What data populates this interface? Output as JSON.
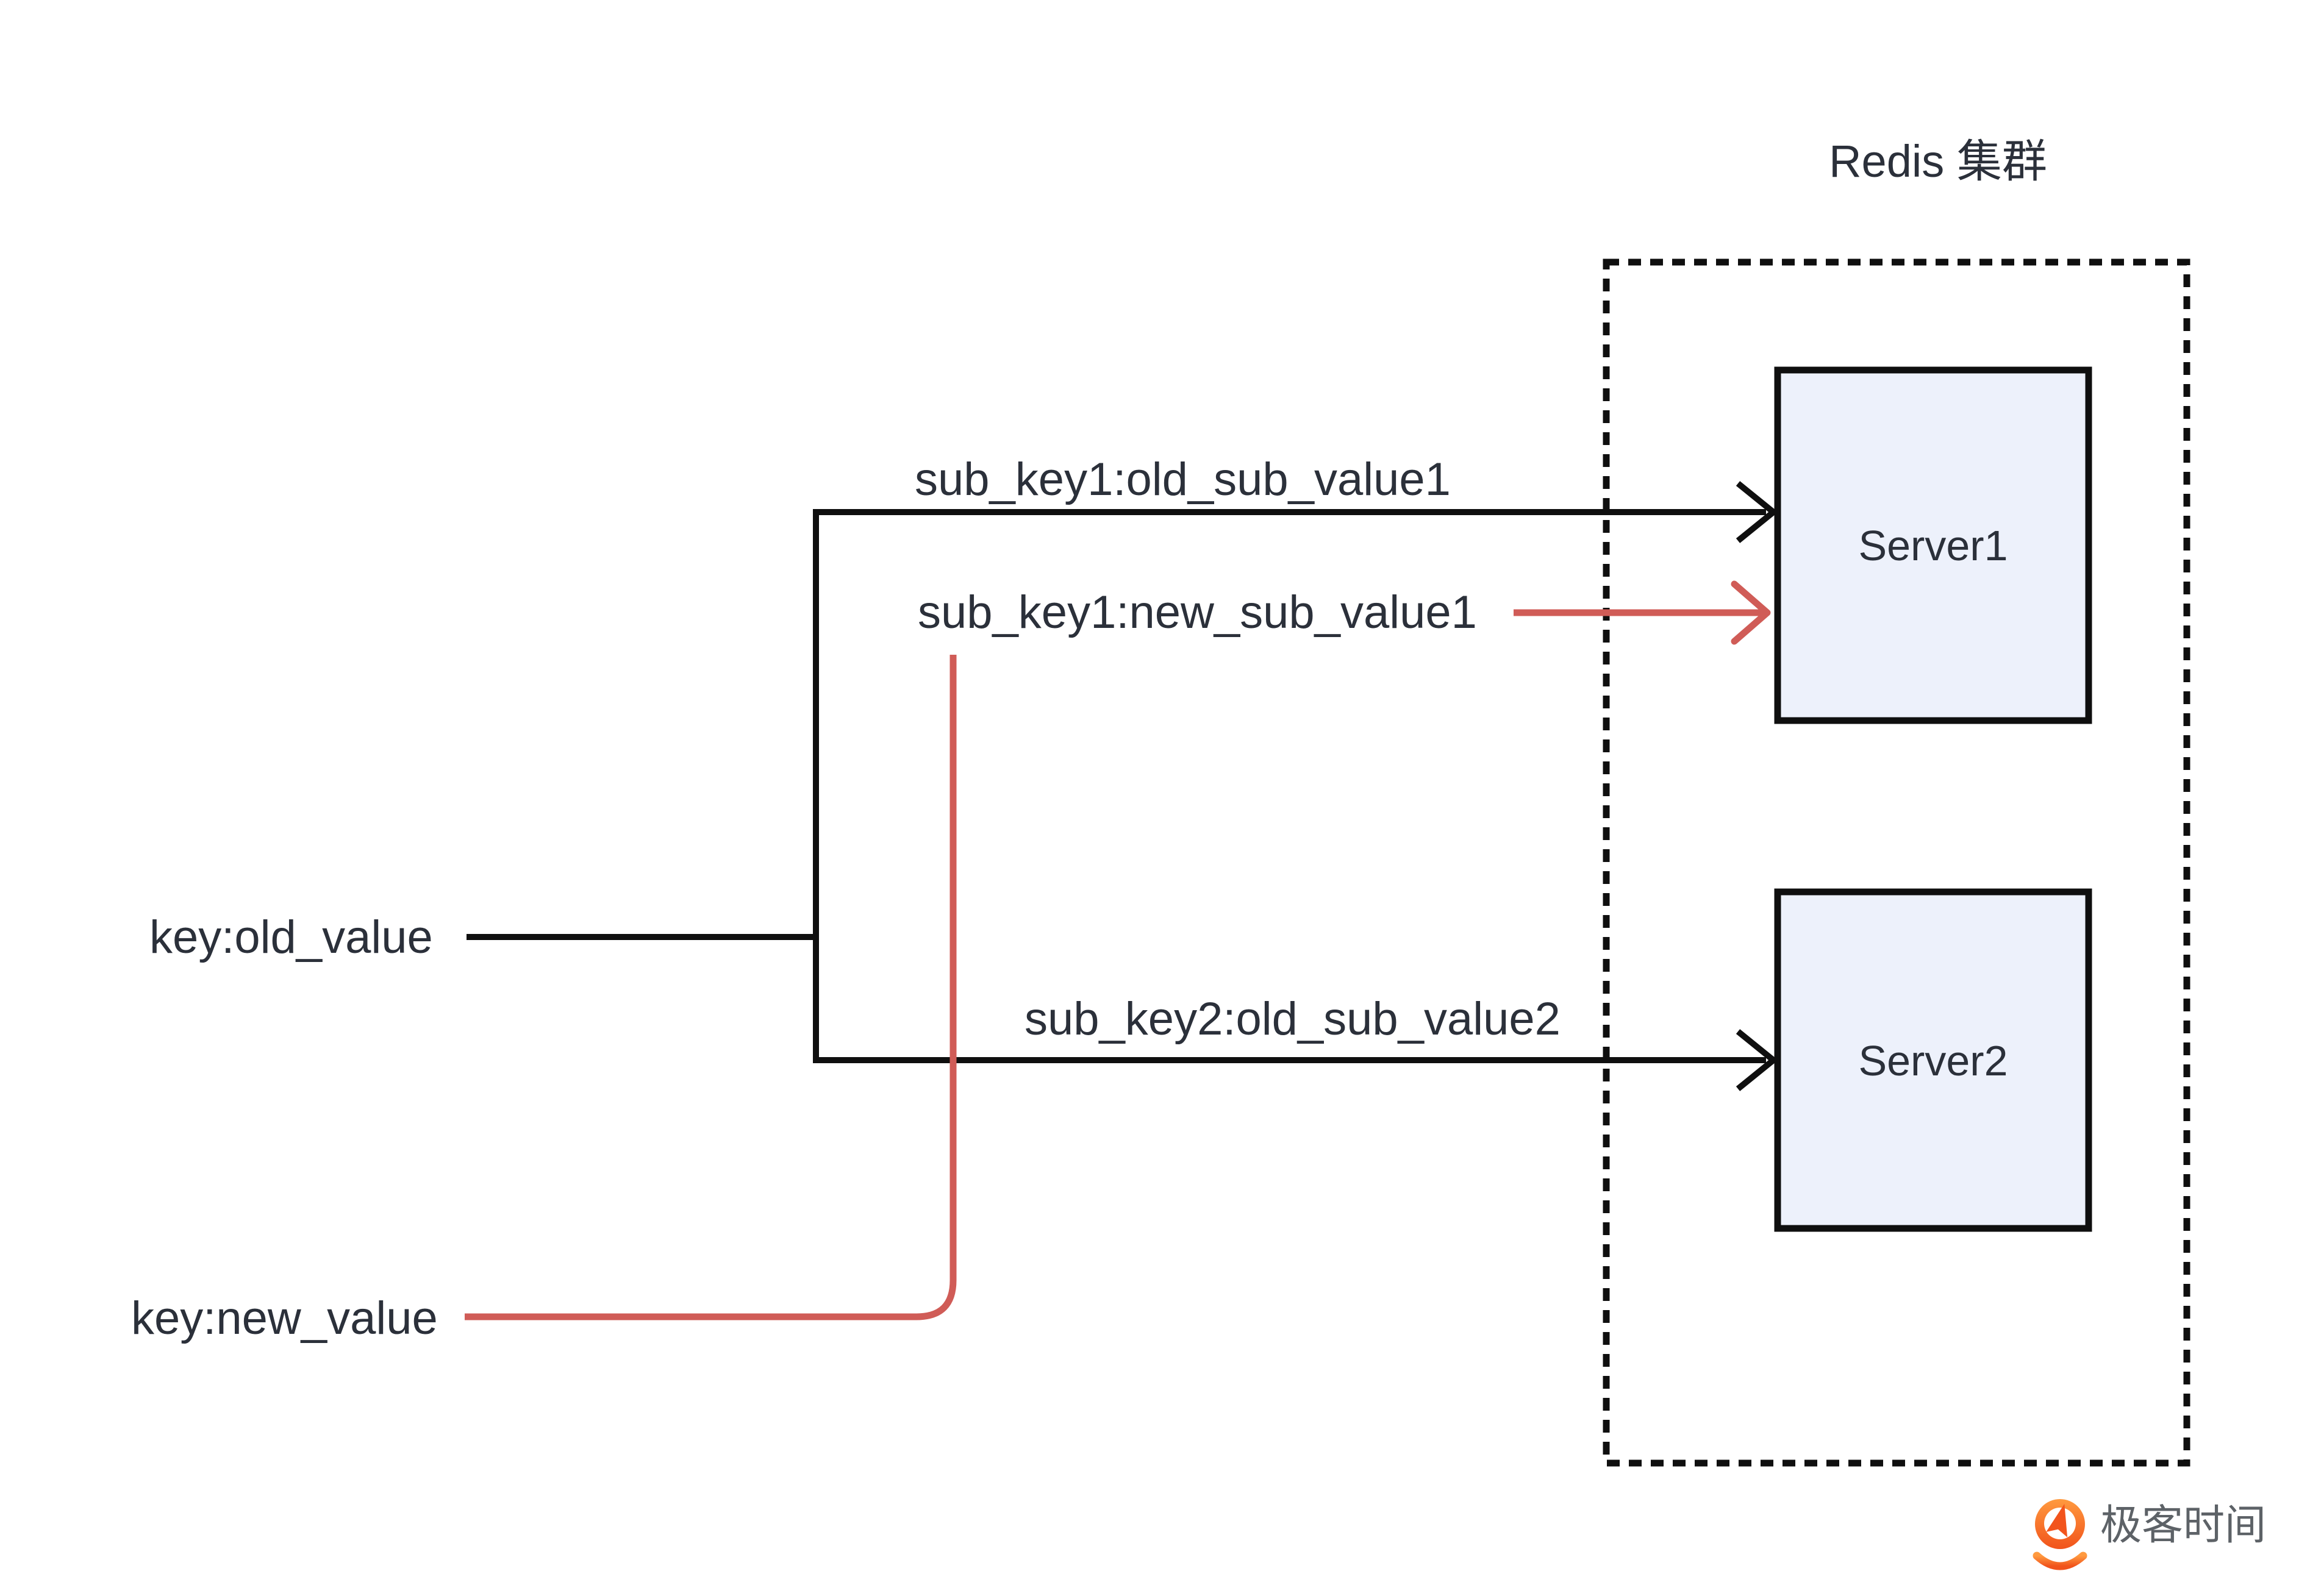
{
  "diagram": {
    "cluster": {
      "title": "Redis 集群"
    },
    "servers": [
      {
        "label": "Server1"
      },
      {
        "label": "Server2"
      }
    ],
    "keys": {
      "old": "key:old_value",
      "new": "key:new_value"
    },
    "sub_keys": {
      "key1_old": "sub_key1:old_sub_value1",
      "key1_new": "sub_key1:new_sub_value1",
      "key2_old": "sub_key2:old_sub_value2"
    },
    "colors": {
      "text": "#2b303a",
      "line_black": "#0f0f0f",
      "line_red": "#d05c57",
      "server_fill": "#edf1fb",
      "brand_orange": "#f4581e",
      "brand_gray": "#5d6267"
    }
  },
  "watermark": {
    "brand": "极客时间"
  }
}
